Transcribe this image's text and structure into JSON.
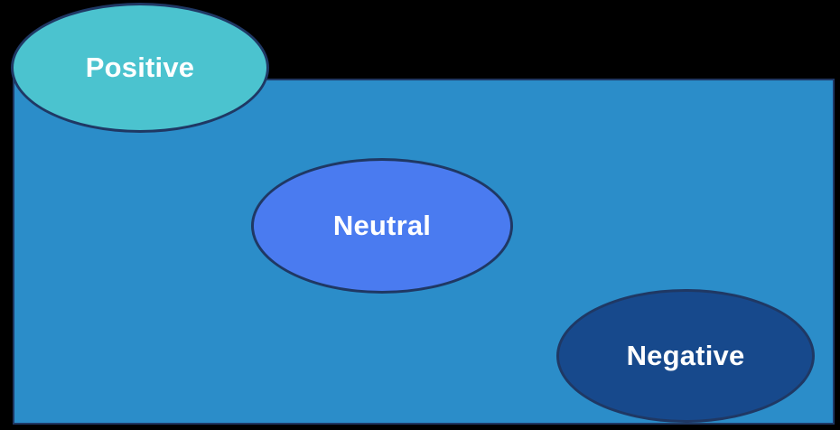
{
  "diagram": {
    "background_color": "#000000",
    "slide": {
      "fill": "#2B8DC9",
      "border_color": "#1F3864"
    },
    "nodes": [
      {
        "id": "positive",
        "label": "Positive",
        "fill": "#4BC3CF",
        "border_color": "#1F3864",
        "text_color": "#FFFFFF"
      },
      {
        "id": "neutral",
        "label": "Neutral",
        "fill": "#4A7BF0",
        "border_color": "#1F3864",
        "text_color": "#FFFFFF"
      },
      {
        "id": "negative",
        "label": "Negative",
        "fill": "#17498C",
        "border_color": "#1F3864",
        "text_color": "#FFFFFF"
      }
    ]
  }
}
